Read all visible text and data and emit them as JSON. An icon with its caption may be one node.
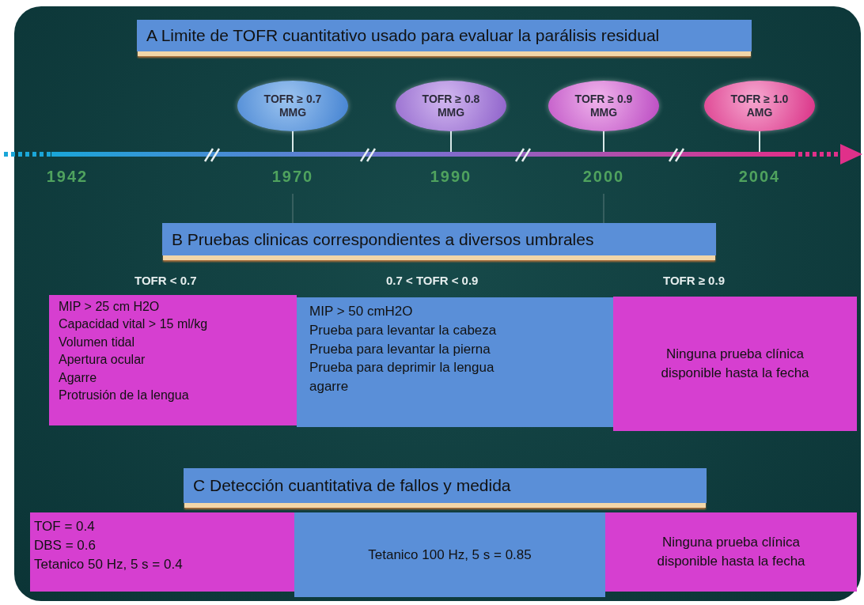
{
  "diagram": {
    "nodes": [
      {
        "text": [
          "A  Limite de TOFR cuantitativo usado para evaluar la parálisis residual"
        ]
      },
      {
        "text": [
          "TOFR ≥ 0.7",
          "MMG"
        ]
      },
      {
        "text": [
          "TOFR ≥ 0.8",
          "MMG"
        ]
      },
      {
        "text": [
          "TOFR ≥ 0.9",
          "MMG"
        ]
      },
      {
        "text": [
          "TOFR ≥ 1.0",
          "AMG"
        ]
      },
      {
        "text": [
          "B  Pruebas clinicas correspondientes a diversos umbrales"
        ]
      },
      {
        "text": [
          "MIP > 25 cm H2O",
          "Capacidad vital > 15 ml/kg",
          "Volumen tidal",
          "Apertura ocular",
          "Agarre",
          "Protrusión de la lengua"
        ]
      },
      {
        "text": [
          "MIP > 50 cmH2O",
          "Prueba para levantar la cabeza",
          "Prueba para levantar la pierna",
          "Prueba para deprimir la lengua",
          "agarre"
        ]
      },
      {
        "text": [
          "Ninguna prueba clínica disponible hasta la fecha"
        ]
      },
      {
        "text": [
          "C  Detección cuantitativa de fallos y medida"
        ]
      },
      {
        "text": [
          "TOF = 0.4",
          "DBS = 0.6",
          "Tetanico 50 Hz, 5 s = 0.4"
        ]
      },
      {
        "text": [
          "Tetanico 100 Hz, 5 s = 0.85"
        ]
      },
      {
        "text": [
          "Ninguna prueba clínica disponible hasta la fecha"
        ]
      }
    ],
    "edges": [],
    "labels": [
      "1942",
      "1970",
      "1990",
      "2000",
      "2004",
      "TOFR < 0.7",
      "0.7 < TOFR < 0.9",
      "TOFR ≥ 0.9"
    ]
  }
}
